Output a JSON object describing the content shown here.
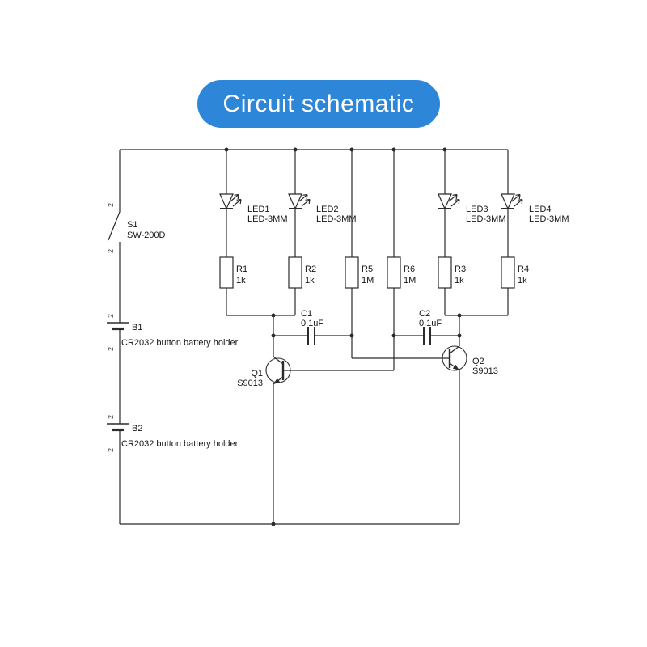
{
  "banner": {
    "label": "Circuit schematic",
    "color": "#2e86d9"
  },
  "schematic": {
    "s1": {
      "ref": "S1",
      "part": "SW-200D",
      "pin_top": "2",
      "pin_bottom": "2"
    },
    "b1": {
      "ref": "B1",
      "desc": "CR2032 button battery holder",
      "pin_top": "2",
      "pin_bottom": "2"
    },
    "b2": {
      "ref": "B2",
      "desc": "CR2032 button battery holder",
      "pin_top": "2",
      "pin_bottom": "2"
    },
    "led1": {
      "ref": "LED1",
      "part": "LED-3MM"
    },
    "led2": {
      "ref": "LED2",
      "part": "LED-3MM"
    },
    "led3": {
      "ref": "LED3",
      "part": "LED-3MM"
    },
    "led4": {
      "ref": "LED4",
      "part": "LED-3MM"
    },
    "r1": {
      "ref": "R1",
      "value": "1k"
    },
    "r2": {
      "ref": "R2",
      "value": "1k"
    },
    "r3": {
      "ref": "R3",
      "value": "1k"
    },
    "r4": {
      "ref": "R4",
      "value": "1k"
    },
    "r5": {
      "ref": "R5",
      "value": "1M"
    },
    "r6": {
      "ref": "R6",
      "value": "1M"
    },
    "c1": {
      "ref": "C1",
      "value": "0.1uF"
    },
    "c2": {
      "ref": "C2",
      "value": "0.1uF"
    },
    "q1": {
      "ref": "Q1",
      "part": "S9013"
    },
    "q2": {
      "ref": "Q2",
      "part": "S9013"
    }
  }
}
